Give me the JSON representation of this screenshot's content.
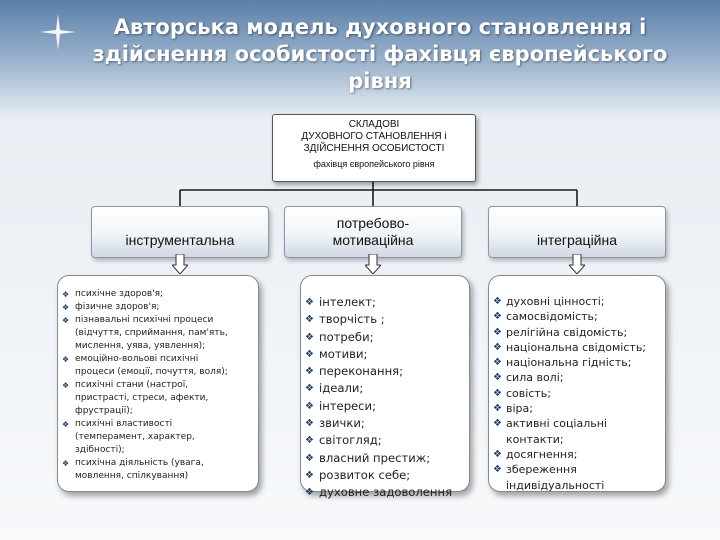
{
  "title": "Авторська модель духовного становлення і здійснення особистості фахівця європейського рівня",
  "top_box": {
    "line1": "СКЛАДОВІ",
    "line2": "ДУХОВНОГО СТАНОВЛЕННЯ і",
    "line3": "ЗДІЙСНЕННЯ ОСОБИСТОСТІ",
    "line4": "фахівця європейського рівня"
  },
  "categories": [
    {
      "label": "інструментальна"
    },
    {
      "label": "потребово-\nмотиваційна"
    },
    {
      "label": "інтеграційна"
    }
  ],
  "bullet_glyph": "❖",
  "lists": [
    {
      "items": [
        "психічне здоров'я;",
        "фізичне здоров'я;",
        "пізнавальні психічні процеси\n(відчуття, сприймання, пам'ять,\nмислення, уява, уявлення);",
        "емоційно-вольові психічні\nпроцеси (емоції, почуття, воля);",
        "психічні стани (настрої,\nпристрасті, стреси, афекти,\nфрустрації);",
        "психічні властивості\n(темперамент, характер,\nздібності);",
        "психічна діяльність (увага,\nмовлення, спілкування)"
      ]
    },
    {
      "items": [
        "інтелект;",
        "творчість ;",
        "потреби;",
        "мотиви;",
        "переконання;",
        "ідеали;",
        "інтереси;",
        "звички;",
        "світогляд;",
        "власний престиж;",
        "розвиток себе;",
        "духовне задоволення"
      ]
    },
    {
      "items": [
        "духовні цінності;",
        "самосвідомість;",
        "релігійна свідомість;",
        "національна свідомість;",
        "національна гідність;",
        "сила волі;",
        "совість;",
        "віра;",
        "активні соціальні\nконтакти;",
        "досягнення;",
        "збереження\nіндивідуальності"
      ]
    }
  ],
  "colors": {
    "header_gradient_top": "#5b7fa8",
    "bullet": "#1f3d66",
    "connector": "#1a1a1a"
  }
}
